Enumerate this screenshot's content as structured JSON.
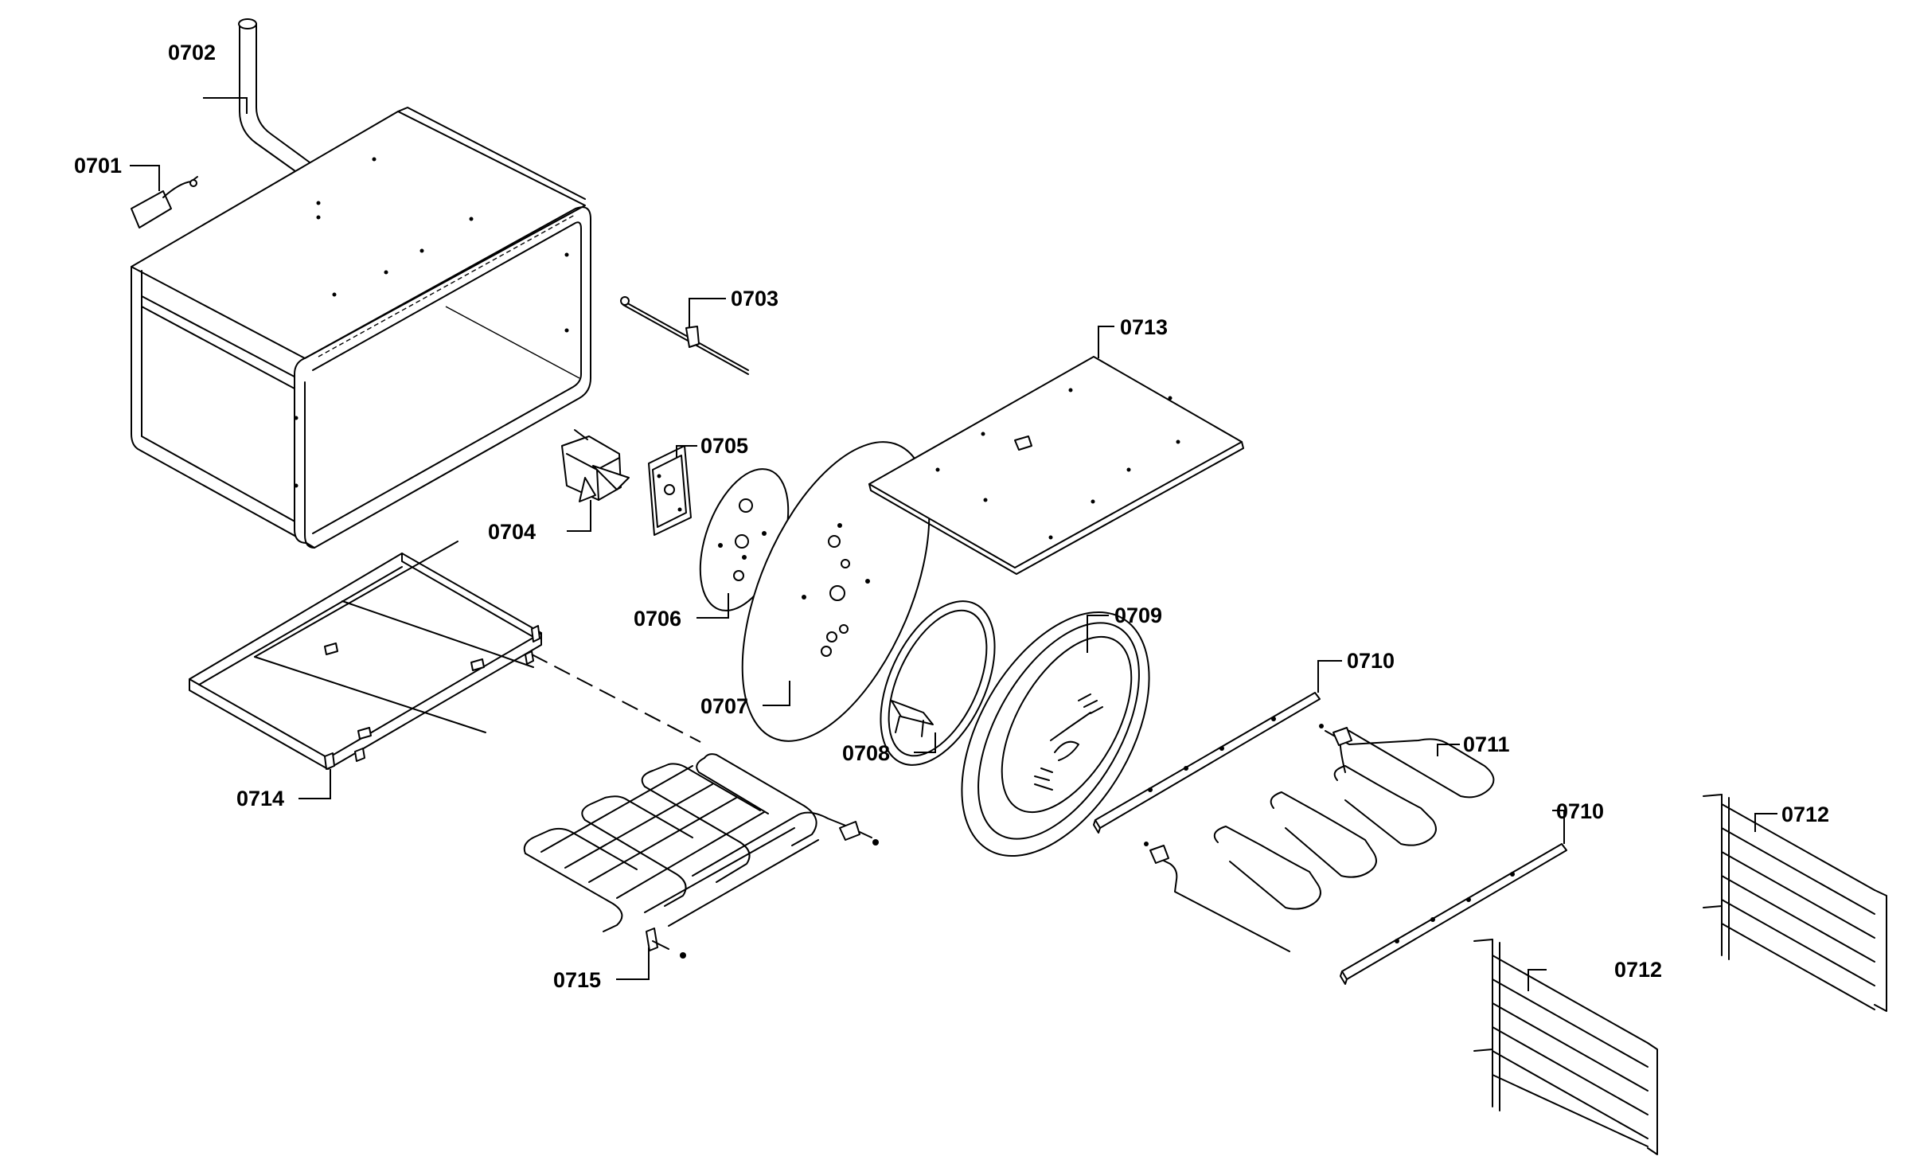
{
  "callouts": [
    {
      "id": "c0701",
      "label": "0701"
    },
    {
      "id": "c0702",
      "label": "0702"
    },
    {
      "id": "c0703",
      "label": "0703"
    },
    {
      "id": "c0704",
      "label": "0704"
    },
    {
      "id": "c0705",
      "label": "0705"
    },
    {
      "id": "c0706",
      "label": "0706"
    },
    {
      "id": "c0707",
      "label": "0707"
    },
    {
      "id": "c0708",
      "label": "0708"
    },
    {
      "id": "c0709",
      "label": "0709"
    },
    {
      "id": "c0710a",
      "label": "0710"
    },
    {
      "id": "c0710b",
      "label": "0710"
    },
    {
      "id": "c0711",
      "label": "0711"
    },
    {
      "id": "c0712a",
      "label": "0712"
    },
    {
      "id": "c0712b",
      "label": "0712"
    },
    {
      "id": "c0713",
      "label": "0713"
    },
    {
      "id": "c0714",
      "label": "0714"
    },
    {
      "id": "c0715",
      "label": "0715"
    }
  ]
}
